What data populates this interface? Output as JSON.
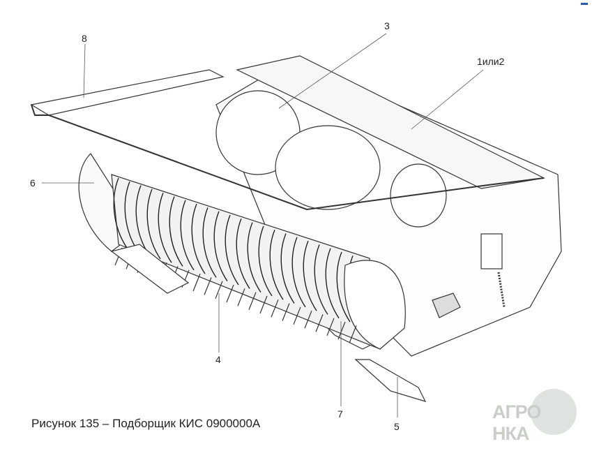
{
  "figure": {
    "caption": "Рисунок 135 – Подборщик КИС 0900000А",
    "callouts": {
      "c8": "8",
      "c3": "3",
      "c1or2": "1или2",
      "c6": "6",
      "c4": "4",
      "c7": "7",
      "c5": "5"
    },
    "watermark": "АГРО-НКА"
  }
}
